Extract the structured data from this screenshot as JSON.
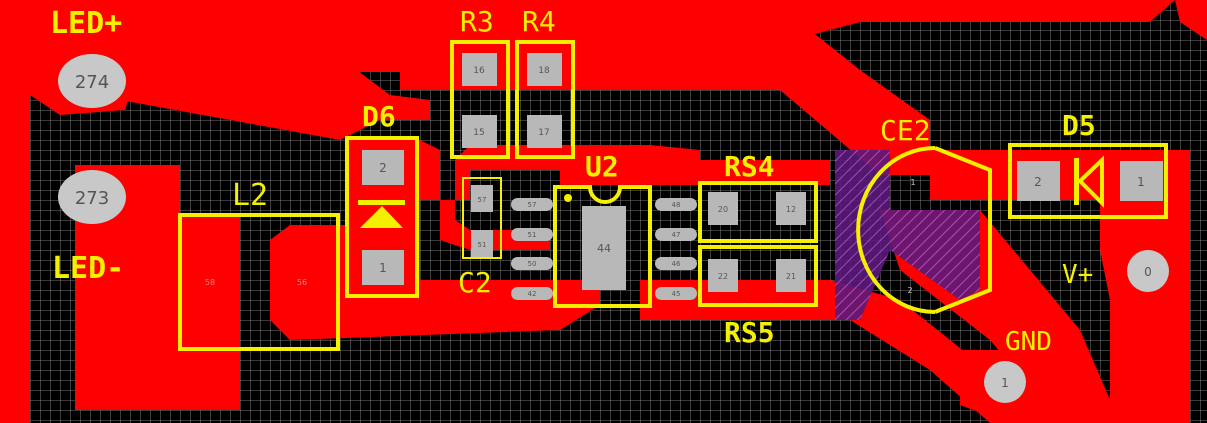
{
  "colors": {
    "background": "#000000",
    "grid": "#9a9a9a",
    "copper": "#ff0000",
    "silkscreen": "#f5f000",
    "pad": "#b8b8b8",
    "pad_text": "#555555",
    "via": "#c8c8c8",
    "cap_hatch": "#8a2aa8"
  },
  "nets": {
    "led_plus": "LED+",
    "led_minus": "LED-",
    "v_plus": "V+",
    "gnd": "GND"
  },
  "components": {
    "r3": "R3",
    "r4": "R4",
    "d6": "D6",
    "u2": "U2",
    "rs4": "RS4",
    "rs5": "RS5",
    "ce2": "CE2",
    "d5": "D5",
    "l2": "L2",
    "c2": "C2"
  },
  "pads": {
    "via_274": "274",
    "via_273": "273",
    "via_v_plus": "0",
    "via_gnd": "1",
    "r3_top": "16",
    "r3_bottom": "15",
    "r4_top": "18",
    "r4_bottom": "17",
    "d6_top": "2",
    "d6_bottom": "1",
    "c2_top": "57",
    "c2_bottom": "51",
    "u2_left_1": "57",
    "u2_left_2": "51",
    "u2_left_3": "50",
    "u2_left_4": "42",
    "u2_body": "44",
    "u2_right_1": "48",
    "u2_right_2": "47",
    "u2_right_3": "46",
    "u2_right_4": "45",
    "rs4_left": "20",
    "rs4_right": "12",
    "rs5_left": "22",
    "rs5_right": "21",
    "ce2_top": "1",
    "ce2_bottom": "2",
    "d5_left": "2",
    "d5_right": "1",
    "l2_left": "58",
    "l2_right": "56"
  }
}
